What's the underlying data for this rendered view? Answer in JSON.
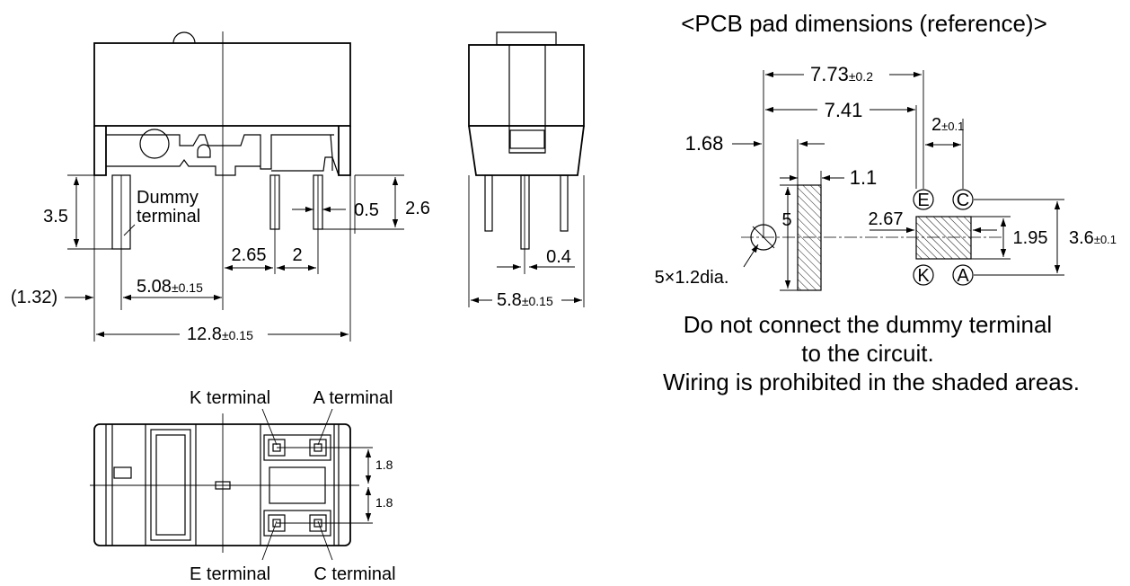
{
  "pcb_title": "<PCB pad dimensions (reference)>",
  "front_view": {
    "dummy_label_1": "Dummy",
    "dummy_label_2": "terminal",
    "dim_3_5": "3.5",
    "dim_0_5": "0.5",
    "dim_2_6": "2.6",
    "dim_2_65": "2.65",
    "dim_2": "2",
    "dim_1_32": "(1.32)",
    "dim_5_08": "5.08",
    "dim_5_08_tol": "±0.15",
    "dim_12_8": "12.8",
    "dim_12_8_tol": "±0.15"
  },
  "side_view": {
    "dim_0_4": "0.4",
    "dim_5_8": "5.8",
    "dim_5_8_tol": "±0.15"
  },
  "pcb": {
    "dim_7_73": "7.73",
    "dim_7_73_tol": "±0.2",
    "dim_7_41": "7.41",
    "dim_2": "2",
    "dim_2_tol": "±0.1",
    "dim_1_68": "1.68",
    "dim_1_1": "1.1",
    "dim_5": "5",
    "dim_2_67": "2.67",
    "dim_1_95": "1.95",
    "dim_3_6": "3.6",
    "dim_3_6_tol": "±0.1",
    "hole_label": "5×1.2dia.",
    "label_E": "E",
    "label_C": "C",
    "label_K": "K",
    "label_A": "A"
  },
  "notes": {
    "line1": "Do not connect the dummy terminal",
    "line2": "to the circuit.",
    "line3": "Wiring is prohibited in the shaded areas."
  },
  "bottom_view": {
    "k_terminal": "K terminal",
    "a_terminal": "A terminal",
    "e_terminal": "E terminal",
    "c_terminal": "C terminal",
    "dim_1_8_top": "1.8",
    "dim_1_8_bottom": "1.8"
  }
}
